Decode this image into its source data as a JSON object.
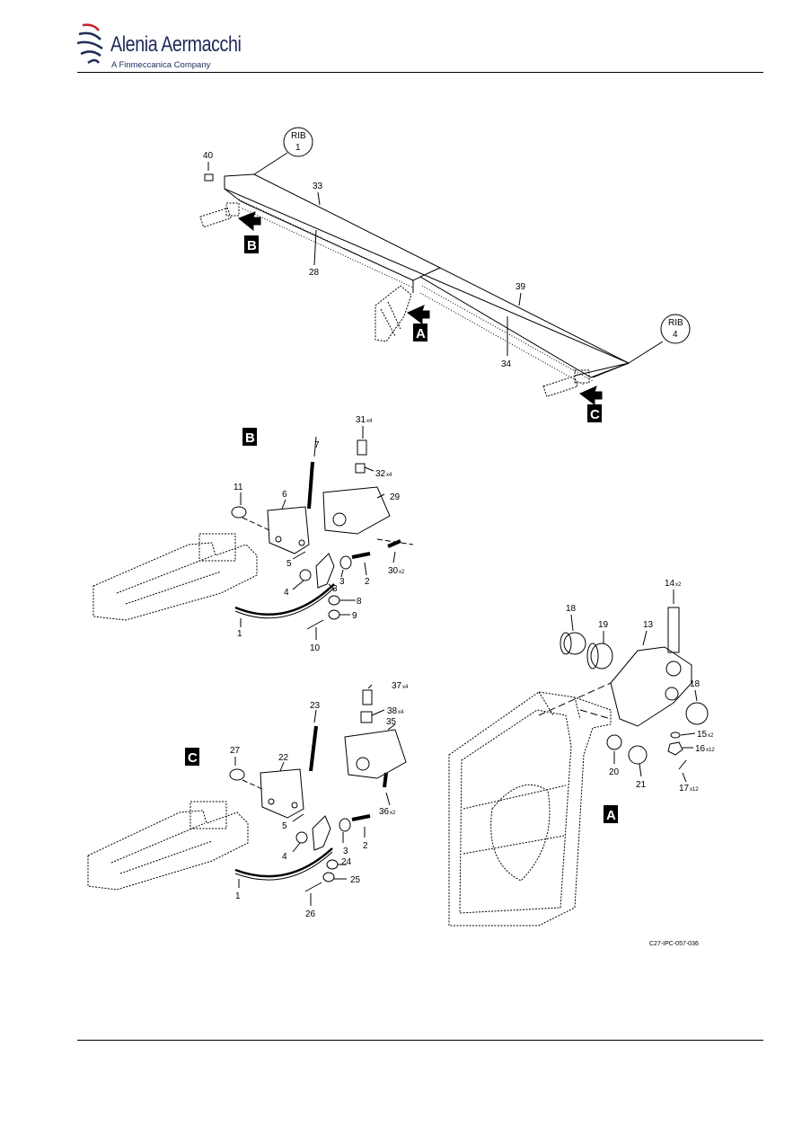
{
  "header": {
    "brand_name": "Alenia Aermacchi",
    "brand_tagline": "A Finmeccanica Company",
    "colors": {
      "brand_navy": "#1e2a5a",
      "brand_red": "#c8202a"
    }
  },
  "figure": {
    "reference": "C27-IPC-057-036",
    "rib_start": {
      "line1": "RIB",
      "line2": "1"
    },
    "rib_end": {
      "line1": "RIB",
      "line2": "4"
    },
    "view_letters": {
      "a": "A",
      "b": "B",
      "c": "C"
    },
    "overview_callouts": {
      "c40": "40",
      "c33": "33",
      "c28": "28",
      "c39": "39",
      "c34": "34"
    },
    "detail_b_callouts": {
      "c31": "31",
      "c31q": "x4",
      "c7": "7",
      "c32": "32",
      "c32q": "x4",
      "c11": "11",
      "c6": "6",
      "c29": "29",
      "c5": "5",
      "c3": "3",
      "c2": "2",
      "c30": "30",
      "c30q": "x2",
      "c4": "4",
      "c8": "8",
      "c9": "9",
      "c1": "1",
      "c10": "10"
    },
    "detail_c_callouts": {
      "c37": "37",
      "c37q": "x4",
      "c23": "23",
      "c38": "38",
      "c38q": "x4",
      "c35": "35",
      "c27": "27",
      "c22": "22",
      "c36": "36",
      "c36q": "x2",
      "c5": "5",
      "c2": "2",
      "c3": "3",
      "c4": "4",
      "c24": "24",
      "c25": "25",
      "c1": "1",
      "c26": "26"
    },
    "detail_a_callouts": {
      "c14": "14",
      "c14q": "x2",
      "c18a": "18",
      "c19": "19",
      "c13": "13",
      "c18b": "18",
      "c15": "15",
      "c15q": "x2",
      "c16": "16",
      "c16q": "x12",
      "c20": "20",
      "c21": "21",
      "c17": "17",
      "c17q": "x12"
    }
  }
}
